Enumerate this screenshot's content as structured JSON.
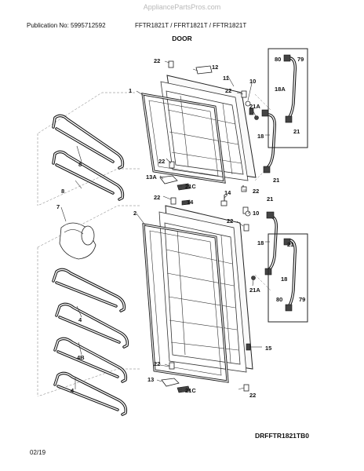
{
  "header": {
    "watermark": "AppliancePartsPros.com",
    "publication": "Publication No: 5995712592",
    "models": "FFTR1821T / FFRT1821T / FFTR1821T",
    "section_title": "DOOR"
  },
  "footer": {
    "drawing_code": "DRFFTR1821TB0",
    "date": "02/19"
  },
  "callouts": {
    "c1": "1",
    "c2": "2",
    "c4a": "4",
    "c4b": "4",
    "c4B": "4B",
    "c7": "7",
    "c8a": "8",
    "c8b": "8",
    "c10": "10",
    "c11": "11",
    "c12": "12",
    "c13": "13",
    "c13A": "13A",
    "c14a": "14",
    "c14b": "14",
    "c15": "15",
    "c18a": "18",
    "c18b": "18",
    "c18c": "18",
    "c18A": "18A",
    "c21a": "21",
    "c21b": "21",
    "c21c": "21",
    "c21d": "21",
    "c21Aa": "21A",
    "c21Ab": "21A",
    "c21Ca": "21C",
    "c21Cb": "21C",
    "c22a": "22",
    "c22b": "22",
    "c22c": "22",
    "c22d": "22",
    "c22e": "22",
    "c22f": "22",
    "c22g": "22",
    "c79a": "79",
    "c79b": "79",
    "c80a": "80",
    "c80b": "80"
  }
}
